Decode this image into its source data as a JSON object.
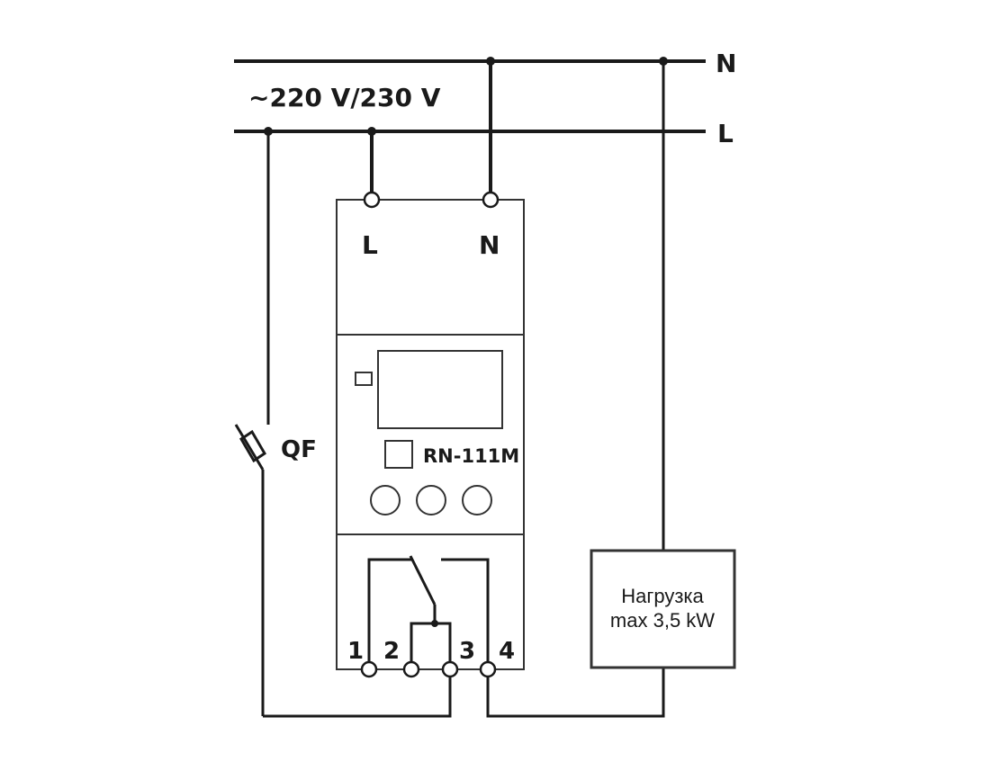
{
  "supply": {
    "voltage_label": "~220 V/230 V",
    "line_n_label": "N",
    "line_l_label": "L"
  },
  "device": {
    "model": "RN-111M",
    "input_terminal_l": "L",
    "input_terminal_n": "N",
    "output_terminals": [
      "1",
      "2",
      "3",
      "4"
    ]
  },
  "breaker": {
    "label": "QF"
  },
  "load": {
    "line1": "Нагрузка",
    "line2": "max 3,5 kW"
  }
}
